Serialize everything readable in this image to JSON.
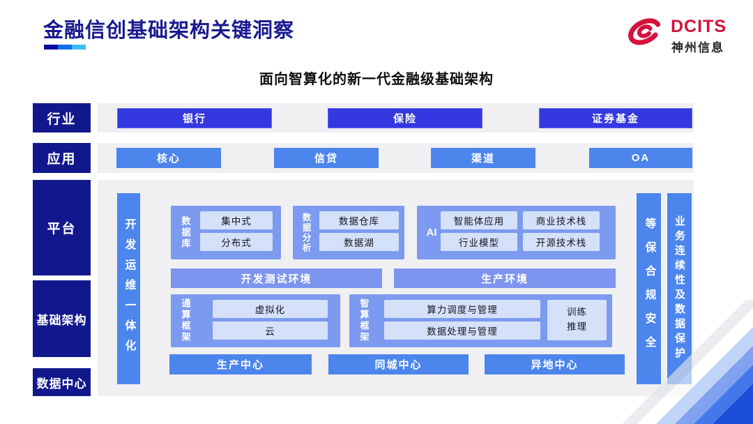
{
  "colors": {
    "title_navy": "#1A1A8F",
    "label_navy": "#12188C",
    "royal_blue": "#3438E0",
    "button_blue": "#4C85EC",
    "group_blue": "#7C9AEF",
    "env_bar_blue": "#7D95EF",
    "chip_light_blue": "#D5E1F9",
    "strip_gray": "#F0F0F2",
    "logo_red": "#D5113C"
  },
  "header": {
    "title": "金融信创基础架构关键洞察",
    "logo_brand": "DCITS",
    "logo_company": "神州信息"
  },
  "subtitle": "面向智算化的新一代金融级基础架构",
  "diagram": {
    "side_labels": {
      "industry": "行业",
      "application": "应用",
      "platform": "平台",
      "infrastructure": "基础架构",
      "datacenter": "数据中心"
    },
    "industry_items": [
      "银行",
      "保险",
      "证券基金"
    ],
    "application_items": [
      "核心",
      "信贷",
      "渠道",
      "OA"
    ],
    "left_bar": "开发运维一体化",
    "right_bars": [
      "等保合规安全",
      "业务连续性及数据保护"
    ],
    "groups": {
      "database": {
        "label": "数据库",
        "items": [
          "集中式",
          "分布式"
        ]
      },
      "analytics": {
        "label": "数据分析",
        "items": [
          "数据仓库",
          "数据湖"
        ]
      },
      "ai": {
        "label": "AI",
        "items": [
          "智能体应用",
          "商业技术栈",
          "行业模型",
          "开源技术栈"
        ]
      },
      "general_compute": {
        "label": "通算框架",
        "items": [
          "虚拟化",
          "云"
        ]
      },
      "ai_compute": {
        "label": "智算框架",
        "items": [
          "算力调度与管理",
          "数据处理与管理"
        ],
        "side_item": "训练\n推理"
      }
    },
    "env_bars": [
      "开发测试环境",
      "生产环境"
    ],
    "centers": [
      "生产中心",
      "同城中心",
      "异地中心"
    ]
  }
}
